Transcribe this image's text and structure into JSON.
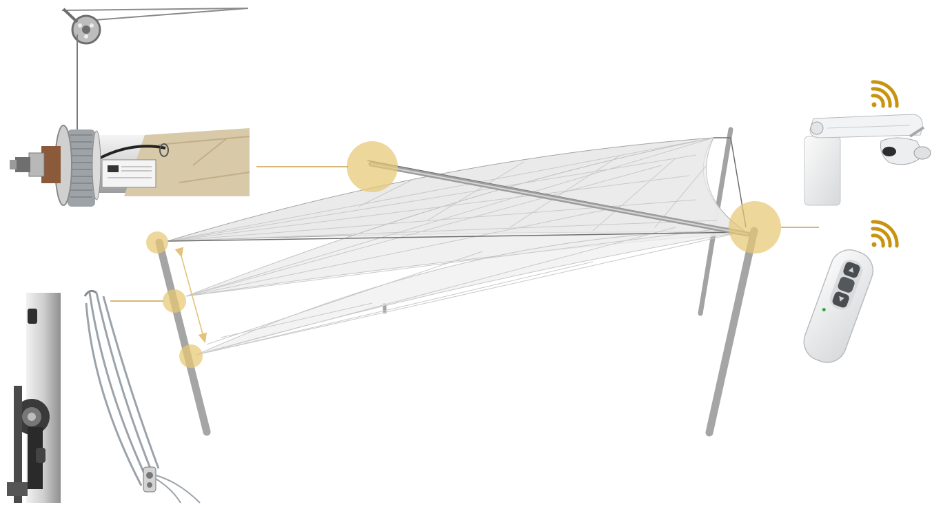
{
  "colors": {
    "background": "#ffffff",
    "highlight": "#e8c873",
    "leader_line": "#c9a14a",
    "signal": "#c8930e",
    "pole": "#a9a9a9",
    "sail_fill": "#e6e6e6",
    "sail_lines": "#c4c4c4",
    "device_body": "#eeeff0"
  },
  "components": {
    "winch_motor": {
      "icon": "tube-motor-winch-photo"
    },
    "mast_winch": {
      "icon": "mast-rope-winch-photo"
    },
    "sensor": {
      "icon": "wind-sun-sensor-device",
      "wireless": true
    },
    "remote": {
      "icon": "handheld-remote-control",
      "wireless": true
    }
  },
  "adjustment": {
    "icon": "height-adjust-double-arrow"
  }
}
